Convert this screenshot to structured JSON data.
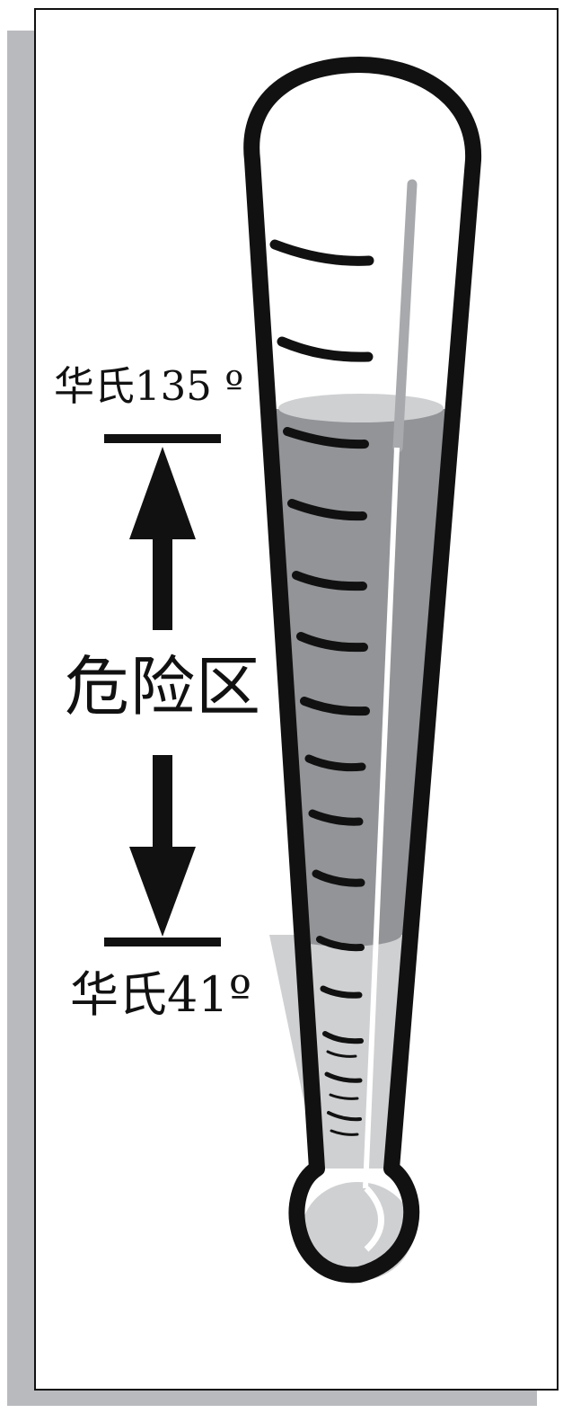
{
  "labels": {
    "upper_limit": "华氏135 º",
    "danger_zone": "危险区",
    "lower_limit": "华氏41º"
  },
  "thermometer": {
    "fill_level_fraction": 0.5,
    "tick_count": 18
  },
  "colors": {
    "outline": "#111111",
    "shadow": "#b9babd",
    "liquid_dark": "#929497",
    "liquid_light": "#cfd0d2",
    "column": "#a7a9ac",
    "background": "#ffffff"
  },
  "icons": {
    "up_arrow": "arrow-up-icon",
    "down_arrow": "arrow-down-icon",
    "thermometer": "thermometer-icon"
  }
}
